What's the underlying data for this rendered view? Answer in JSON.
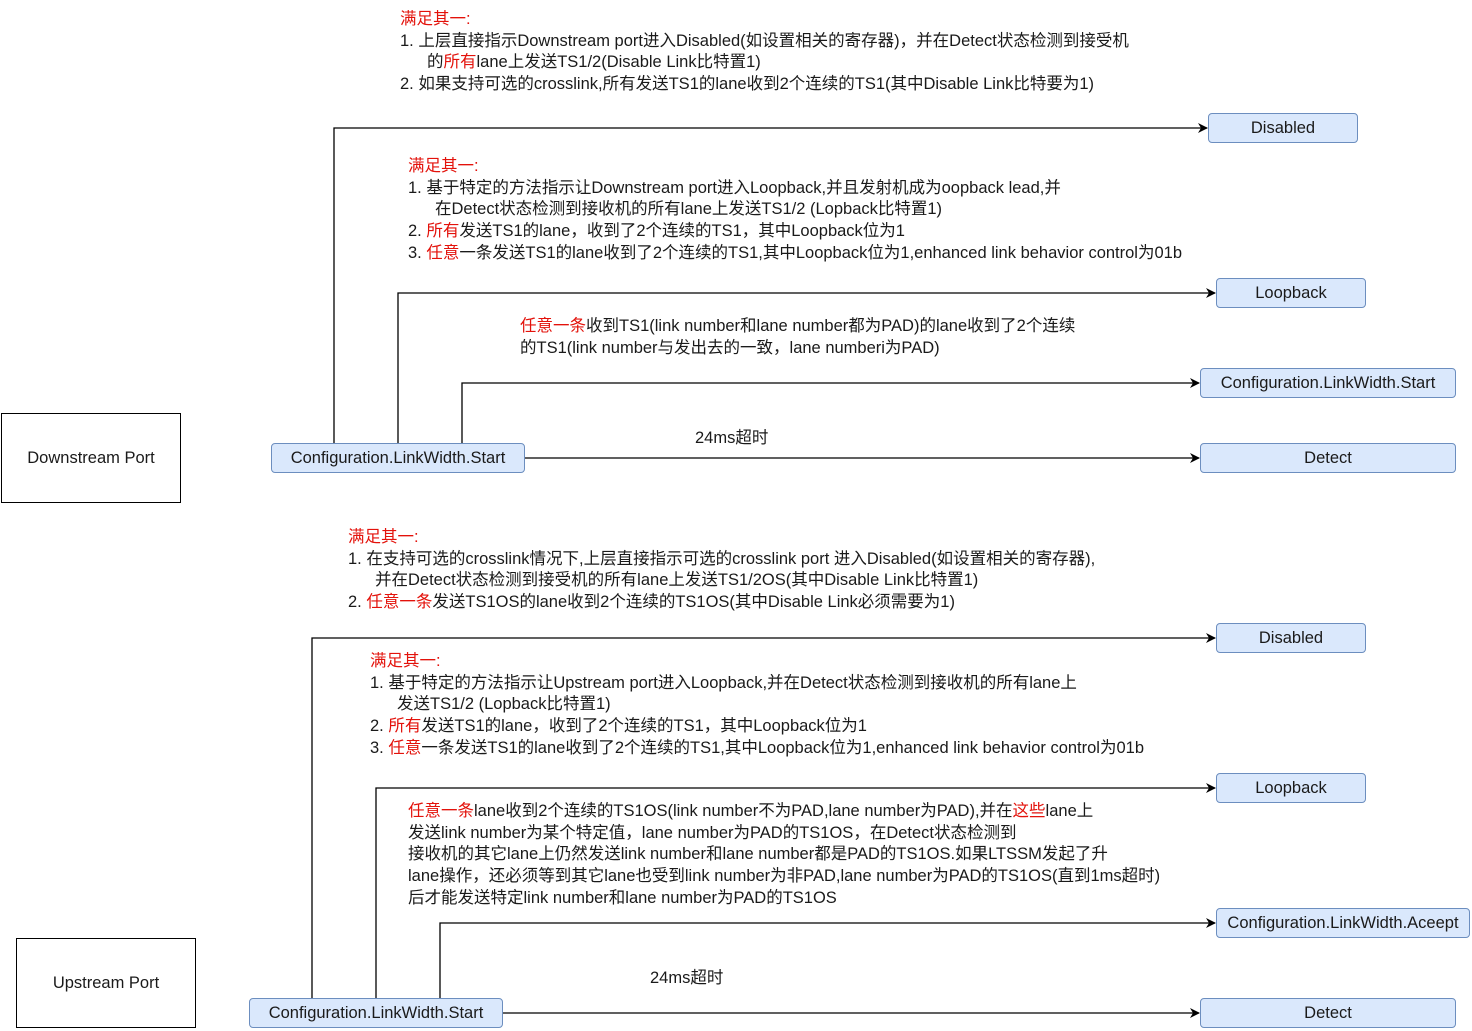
{
  "colors": {
    "box_fill": "#dae8fc",
    "box_stroke": "#6c8ebf",
    "highlight": "#e3120b"
  },
  "downstream": {
    "port_label": "Downstream Port",
    "source_state": "Configuration.LinkWidth.Start",
    "targets": {
      "disabled": "Disabled",
      "loopback": "Loopback",
      "config": "Configuration.LinkWidth.Start",
      "detect": "Detect"
    },
    "timeout_label": "24ms超时",
    "disabled_text": [
      {
        "indent": false,
        "segs": [
          {
            "t": "满足其一:",
            "red": true
          }
        ]
      },
      {
        "indent": false,
        "segs": [
          {
            "t": "1. 上层直接指示Downstream port进入Disabled(如设置相关的寄存器)，并在Detect状态检测到接受机"
          }
        ]
      },
      {
        "indent": true,
        "segs": [
          {
            "t": "的"
          },
          {
            "t": "所有",
            "red": true
          },
          {
            "t": "lane上发送TS1/2(Disable Link比特置1)"
          }
        ]
      },
      {
        "indent": false,
        "segs": [
          {
            "t": "2. 如果支持可选的crosslink,所有发送TS1的lane收到2个连续的TS1(其中Disable Link比特要为1)"
          }
        ]
      }
    ],
    "loopback_text": [
      {
        "indent": false,
        "segs": [
          {
            "t": "满足其一:",
            "red": true
          }
        ]
      },
      {
        "indent": false,
        "segs": [
          {
            "t": "1. 基于特定的方法指示让Downstream port进入Loopback,并且发射机成为oopback lead,并"
          }
        ]
      },
      {
        "indent": true,
        "segs": [
          {
            "t": "在Detect状态检测到接收机的所有lane上发送TS1/2 (Lopback比特置1)"
          }
        ]
      },
      {
        "indent": false,
        "segs": [
          {
            "t": "2. "
          },
          {
            "t": "所有",
            "red": true
          },
          {
            "t": "发送TS1的lane，收到了2个连续的TS1，其中Loopback位为1"
          }
        ]
      },
      {
        "indent": false,
        "segs": [
          {
            "t": "3. "
          },
          {
            "t": "任意",
            "red": true
          },
          {
            "t": "一条发送TS1的lane收到了2个连续的TS1,其中Loopback位为1,enhanced link behavior control为01b"
          }
        ]
      }
    ],
    "config_text": [
      {
        "indent": false,
        "segs": [
          {
            "t": "任意一条",
            "red": true
          },
          {
            "t": "收到TS1(link number和lane number都为PAD)的lane收到了2个连续"
          }
        ]
      },
      {
        "indent": false,
        "segs": [
          {
            "t": "的TS1(link number与发出去的一致，lane numberi为PAD)"
          }
        ]
      }
    ]
  },
  "upstream": {
    "port_label": "Upstream Port",
    "source_state": "Configuration.LinkWidth.Start",
    "targets": {
      "disabled": "Disabled",
      "loopback": "Loopback",
      "config": "Configuration.LinkWidth.Aceept",
      "detect": "Detect"
    },
    "timeout_label": "24ms超时",
    "disabled_text": [
      {
        "indent": false,
        "segs": [
          {
            "t": "满足其一:",
            "red": true
          }
        ]
      },
      {
        "indent": false,
        "segs": [
          {
            "t": "1. 在支持可选的crosslink情况下,上层直接指示可选的crosslink port 进入Disabled(如设置相关的寄存器),"
          }
        ]
      },
      {
        "indent": true,
        "segs": [
          {
            "t": "并在Detect状态检测到接受机的所有lane上发送TS1/2OS(其中Disable Link比特置1)"
          }
        ]
      },
      {
        "indent": false,
        "segs": [
          {
            "t": "2. "
          },
          {
            "t": "任意一条",
            "red": true
          },
          {
            "t": "发送TS1OS的lane收到2个连续的TS1OS(其中Disable Link必须需要为1)"
          }
        ]
      }
    ],
    "loopback_text": [
      {
        "indent": false,
        "segs": [
          {
            "t": "满足其一:",
            "red": true
          }
        ]
      },
      {
        "indent": false,
        "segs": [
          {
            "t": "1. 基于特定的方法指示让Upstream port进入Loopback,并在Detect状态检测到接收机的所有lane上"
          }
        ]
      },
      {
        "indent": true,
        "segs": [
          {
            "t": "发送TS1/2 (Lopback比特置1)"
          }
        ]
      },
      {
        "indent": false,
        "segs": [
          {
            "t": "2. "
          },
          {
            "t": "所有",
            "red": true
          },
          {
            "t": "发送TS1的lane，收到了2个连续的TS1，其中Loopback位为1"
          }
        ]
      },
      {
        "indent": false,
        "segs": [
          {
            "t": "3. "
          },
          {
            "t": "任意",
            "red": true
          },
          {
            "t": "一条发送TS1的lane收到了2个连续的TS1,其中Loopback位为1,enhanced link behavior control为01b"
          }
        ]
      }
    ],
    "config_text": [
      {
        "indent": false,
        "segs": [
          {
            "t": "任意一条",
            "red": true
          },
          {
            "t": "lane收到2个连续的TS1OS(link number不为PAD,lane number为PAD),并在"
          },
          {
            "t": "这些",
            "red": true
          },
          {
            "t": "lane上"
          }
        ]
      },
      {
        "indent": false,
        "segs": [
          {
            "t": "发送link number为某个特定值，lane number为PAD的TS1OS，在Detect状态检测到"
          }
        ]
      },
      {
        "indent": false,
        "segs": [
          {
            "t": "接收机的其它lane上仍然发送link number和lane number都是PAD的TS1OS.如果LTSSM发起了升"
          }
        ]
      },
      {
        "indent": false,
        "segs": [
          {
            "t": "lane操作，还必须等到其它lane也受到link number为非PAD,lane number为PAD的TS1OS(直到1ms超时)"
          }
        ]
      },
      {
        "indent": false,
        "segs": [
          {
            "t": "后才能发送特定link number和lane number为PAD的TS1OS"
          }
        ]
      }
    ]
  }
}
